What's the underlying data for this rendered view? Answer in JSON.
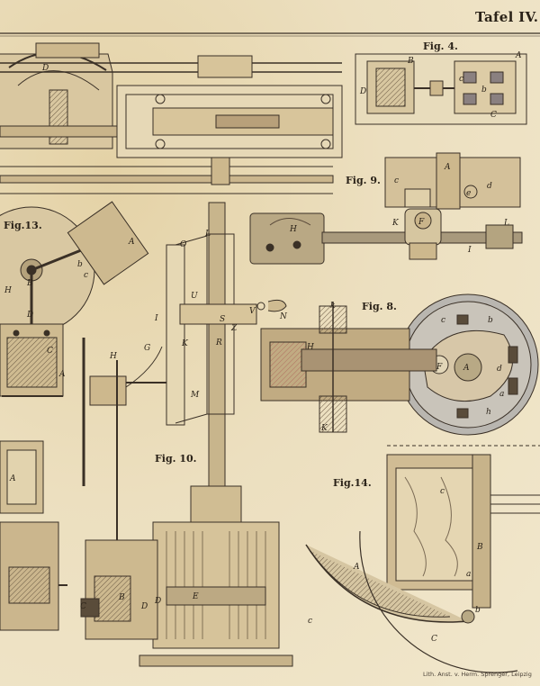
{
  "plate": {
    "title": "Tafel IV.",
    "credit": "Lith. Anst. v. Herm. Sprenger, Leipzig"
  },
  "figures": {
    "fig4": "Fig. 4.",
    "fig9": "Fig. 9.",
    "fig13": "Fig.13.",
    "fig8": "Fig. 8.",
    "fig10": "Fig. 10.",
    "fig14": "Fig.14."
  },
  "letters": {
    "fig4_D": "D",
    "fig4_B": "B",
    "fig4_C": "C",
    "fig4_A": "A",
    "fig4_b": "b",
    "fig4_c": "c",
    "fig9_A": "A",
    "fig9_c": "c",
    "fig9_d": "d",
    "fig9_e": "e",
    "fig9_K": "K",
    "fig9_F": "F",
    "fig9_L": "L",
    "fig9_I": "I",
    "fig9_H": "H",
    "fig13_A": "A",
    "fig13_B": "B",
    "fig13_b": "b",
    "fig13_c": "c",
    "fig13_C": "C",
    "fig13_D": "D",
    "fig13_H": "H",
    "fig13_A2": "A",
    "fig10_O": "O",
    "fig10_L": "L",
    "fig10_U": "U",
    "fig10_S": "S",
    "fig10_V": "V",
    "fig10_N": "N",
    "fig10_R": "R",
    "fig10_Z": "Z",
    "fig10_I": "I",
    "fig10_K": "K",
    "fig10_M": "M",
    "fig10_G": "G",
    "fig10_H": "H",
    "fig10_E": "E",
    "fig10_B": "B",
    "fig10_C": "C",
    "fig10_D": "D",
    "fig10_D2": "D",
    "fig8_k": "k",
    "fig8_H": "H",
    "fig8_c": "c",
    "fig8_F": "F",
    "fig8_A": "A",
    "fig8_d": "d",
    "fig8_b": "b",
    "fig8_h": "h",
    "fig8_K": "K",
    "fig8_a": "a",
    "fig14_A": "A",
    "fig14_B": "B",
    "fig14_b": "b",
    "fig14_a": "a",
    "fig14_c": "c",
    "fig14_C": "C",
    "fig14_c2": "c",
    "left_A": "A",
    "top_D": "D"
  }
}
